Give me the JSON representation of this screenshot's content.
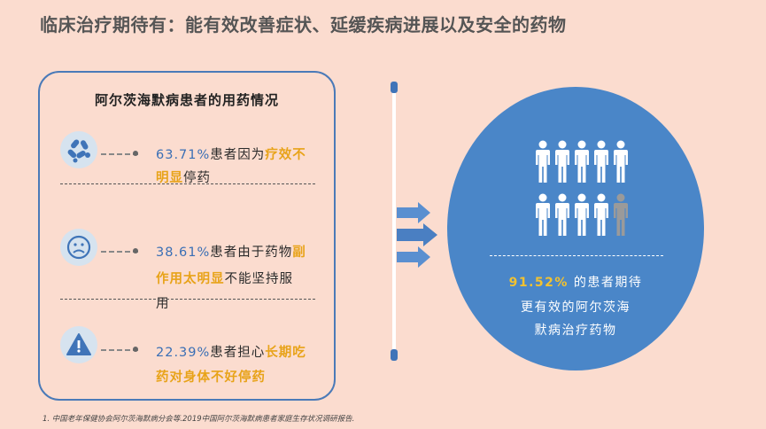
{
  "title": "临床治疗期待有：能有效改善症状、延缓疾病进展以及安全的药物",
  "panel": {
    "title": "阿尔茨海默病患者的用药情况",
    "items": [
      {
        "pct": "63.71%",
        "line1_pre": "患者因为",
        "line1_hl": "疗效不",
        "line2_hl": "明显",
        "line2_post": "停药"
      },
      {
        "pct": "38.61%",
        "line1_pre": "患者由于药物",
        "line1_hl": "副",
        "line2_hl": "作用太明显",
        "line2_post": "不能坚持服",
        "line3": "用"
      },
      {
        "pct": "22.39%",
        "line1_pre": "患者担心",
        "line1_hl": "长期吃",
        "line2_hl": "药对身体不好停药"
      }
    ]
  },
  "circle": {
    "pct": "91.52%",
    "line1_post": " 的患者期待",
    "line2": "更有效的阿尔茨海",
    "line3": "默病治疗药物"
  },
  "footnote": "1.      中国老年保健协会阿尔茨海默病分会等.2019中国阿尔茨海默病患者家庭生存状况调研报告.",
  "colors": {
    "background": "#fbdccf",
    "accent_blue": "#4a86c8",
    "highlight": "#e8a319",
    "person_white": "#ffffff",
    "person_gray": "#9a9a9a"
  },
  "people": {
    "total": 10,
    "highlighted": 9
  }
}
